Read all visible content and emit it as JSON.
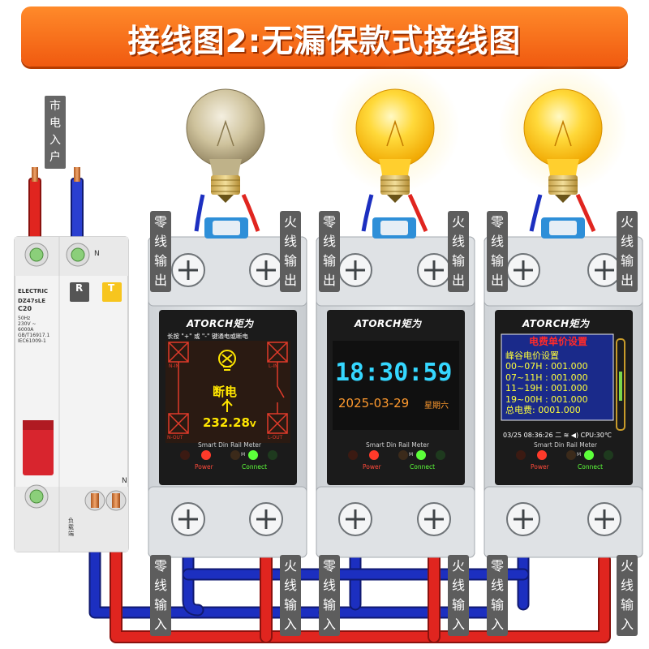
{
  "title": "接线图2:无漏保款式接线图",
  "mains_label": [
    "市",
    "电",
    "入",
    "户"
  ],
  "breaker": {
    "brand": "ELECTRIC",
    "model": "DZ47sLE",
    "rating": "C20",
    "specs": [
      "50Hz",
      "230V ~",
      "6000A",
      "GB/T16917.1",
      "IEC61009-1"
    ],
    "r_key": "R",
    "t_key": "T",
    "neutral_mark": "N",
    "load_text": "负载端",
    "colors": {
      "body": "#f3f3f3",
      "handle": "#d8252e",
      "t_button": "#f7c51e"
    }
  },
  "labels": {
    "neutral_out": [
      "零",
      "线",
      "输",
      "出"
    ],
    "live_out": [
      "火",
      "线",
      "输",
      "出"
    ],
    "neutral_in": [
      "零",
      "线",
      "输",
      "入"
    ],
    "live_in": [
      "火",
      "线",
      "输",
      "入"
    ]
  },
  "meters": [
    {
      "brand": "ATORCH矩为",
      "hint": "长按 \"+\" 或 \"-\" 键通电或断电",
      "status": "断电",
      "voltage": "232.28",
      "voltage_unit": "V",
      "corner_labels": [
        "N-IN",
        "L-IN",
        "N-OUT",
        "L-OUT"
      ],
      "subtitle": "Smart Din Rail Meter",
      "power_label": "Power",
      "connect_label": "Connect",
      "m_label": "M"
    },
    {
      "brand": "ATORCH矩为",
      "clock": "18:30:59",
      "date": "2025-03-29",
      "weekday": "星期六",
      "subtitle": "Smart Din Rail Meter",
      "power_label": "Power",
      "connect_label": "Connect",
      "m_label": "M"
    },
    {
      "brand": "ATORCH矩为",
      "heading": "电费单价设置",
      "subheading": "峰谷电价设置",
      "rows": [
        "00~07H : 001.000",
        "07~11H : 001.000",
        "11~19H : 001.000",
        "19~00H : 001.000"
      ],
      "total": "总电费: 0001.000",
      "status_bar": "03/25 08:36:26 二 ≋ ◀) CPU:30℃",
      "subtitle": "Smart Din Rail Meter",
      "power_label": "Power",
      "connect_label": "Connect",
      "m_label": "M"
    }
  ],
  "colors": {
    "title_bg": "#f26a1b",
    "live_wire": "#e0251f",
    "neutral_wire": "#1c2fc0",
    "bulb_off": "#c9b98a",
    "bulb_on": "#ffc21a",
    "clock_color": "#35d7ff",
    "date_color": "#ff9a2e",
    "tariff_heading": "#ff2a2a",
    "tariff_text": "#ffff3a",
    "tariff_bg": "#1a2a8a"
  }
}
